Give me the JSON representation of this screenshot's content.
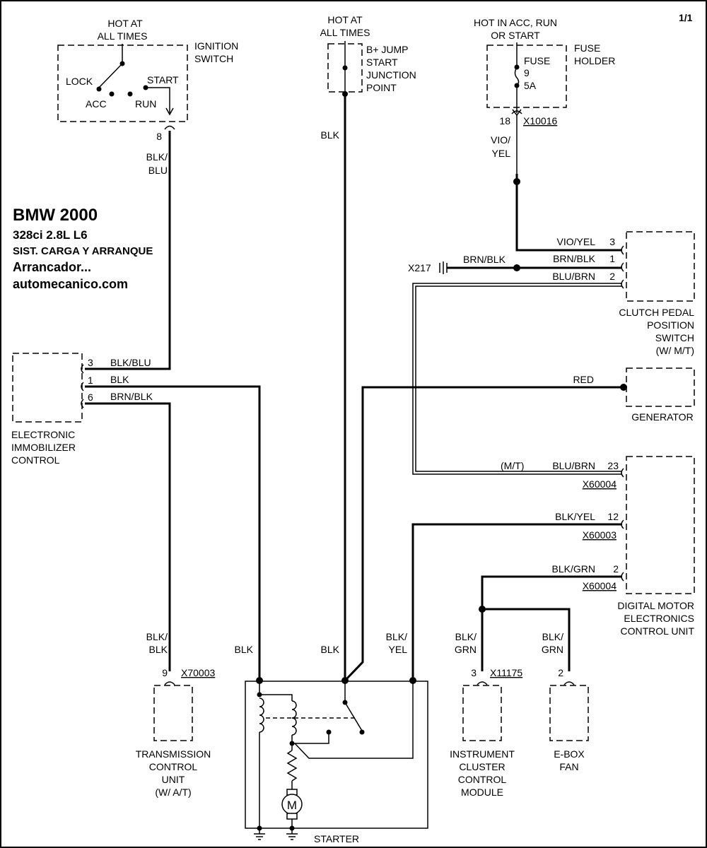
{
  "page_marker": "1/1",
  "title": {
    "make_year": "BMW  2000",
    "engine": "328ci  2.8L  L6",
    "system": "SIST. CARGA Y ARRANQUE",
    "subsystem": "Arrancador...",
    "website": "automecanico.com"
  },
  "ignition": {
    "power_note_1": "HOT AT",
    "power_note_2": "ALL TIMES",
    "name_1": "IGNITION",
    "name_2": "SWITCH",
    "pos_lock": "LOCK",
    "pos_acc": "ACC",
    "pos_run": "RUN",
    "pos_start": "START",
    "pin": "8",
    "wire_1": "BLK/",
    "wire_2": "BLU"
  },
  "jump_point": {
    "power_note_1": "HOT AT",
    "power_note_2": "ALL TIMES",
    "name_1": "B+ JUMP",
    "name_2": "START",
    "name_3": "JUNCTION",
    "name_4": "POINT",
    "wire_top": "BLK",
    "wire_bottom": "BLK"
  },
  "fuse_holder": {
    "power_note_1": "HOT IN ACC, RUN",
    "power_note_2": "OR START",
    "name_1": "FUSE",
    "name_2": "HOLDER",
    "fuse_label": "FUSE",
    "fuse_number": "9",
    "fuse_rating": "5A",
    "pin": "18",
    "connector": "X10016",
    "wire_1": "VIO/",
    "wire_2": "YEL"
  },
  "clutch_switch": {
    "name_1": "CLUTCH PEDAL",
    "name_2": "POSITION",
    "name_3": "SWITCH",
    "name_4": "(W/ M/T)",
    "pins": [
      {
        "wire": "VIO/YEL",
        "pin": "3"
      },
      {
        "wire": "BRN/BLK",
        "pin": "1"
      },
      {
        "wire": "BLU/BRN",
        "pin": "2"
      }
    ],
    "ground_id": "X217",
    "ground_wire": "BRN/BLK"
  },
  "immobilizer": {
    "name_1": "ELECTRONIC",
    "name_2": "IMMOBILIZER",
    "name_3": "CONTROL",
    "pins": [
      {
        "pin": "3",
        "wire": "BLK/BLU"
      },
      {
        "pin": "1",
        "wire": "BLK"
      },
      {
        "pin": "6",
        "wire": "BRN/BLK"
      }
    ]
  },
  "generator": {
    "name": "GENERATOR",
    "wire": "RED"
  },
  "dme": {
    "name_1": "DIGITAL MOTOR",
    "name_2": "ELECTRONICS",
    "name_3": "CONTROL UNIT",
    "pins": [
      {
        "note": "(M/T)",
        "wire": "BLU/BRN",
        "pin": "23",
        "connector": "X60004"
      },
      {
        "wire": "BLK/YEL",
        "pin": "12",
        "connector": "X60003"
      },
      {
        "wire": "BLK/GRN",
        "pin": "2",
        "connector": "X60004"
      }
    ]
  },
  "tcu": {
    "wire_1": "BLK/",
    "wire_2": "BLK",
    "pin": "9",
    "connector": "X70003",
    "name_1": "TRANSMISSION",
    "name_2": "CONTROL",
    "name_3": "UNIT",
    "name_4": "(W/ A/T)"
  },
  "starter": {
    "name": "STARTER",
    "wire_left": "BLK",
    "wire_mid": "BLK",
    "wire_right_1": "BLK/",
    "wire_right_2": "YEL",
    "motor_symbol": "M"
  },
  "cluster": {
    "wire_1": "BLK/",
    "wire_2": "GRN",
    "pin": "3",
    "connector": "X11175",
    "name_1": "INSTRUMENT",
    "name_2": "CLUSTER",
    "name_3": "CONTROL",
    "name_4": "MODULE"
  },
  "ebox": {
    "wire_1": "BLK/",
    "wire_2": "GRN",
    "pin": "2",
    "name_1": "E-BOX",
    "name_2": "FAN"
  }
}
